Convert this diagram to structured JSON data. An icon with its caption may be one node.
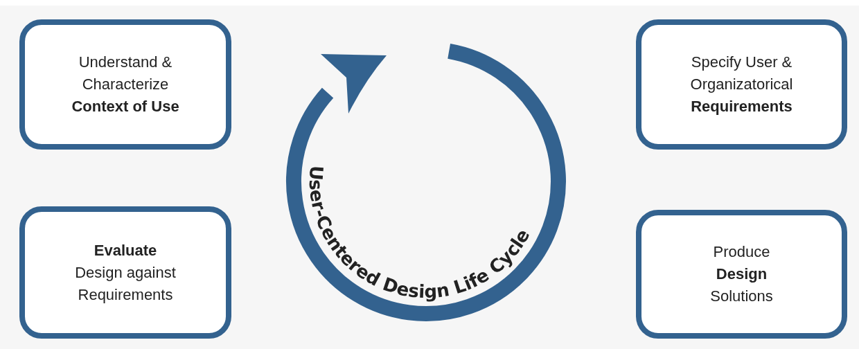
{
  "diagram": {
    "nodes": [
      {
        "text": [
          "Understand & Characterize **Context of Use**"
        ]
      },
      {
        "text": [
          "Specify User & Organizatorical **Requirements**"
        ]
      },
      {
        "text": [
          "**Evaluate** Design against Requirements"
        ]
      },
      {
        "text": [
          "Produce **Design** Solutions"
        ]
      }
    ],
    "edges": [],
    "labels": [
      "User-Centered Design Life Cycle"
    ]
  }
}
